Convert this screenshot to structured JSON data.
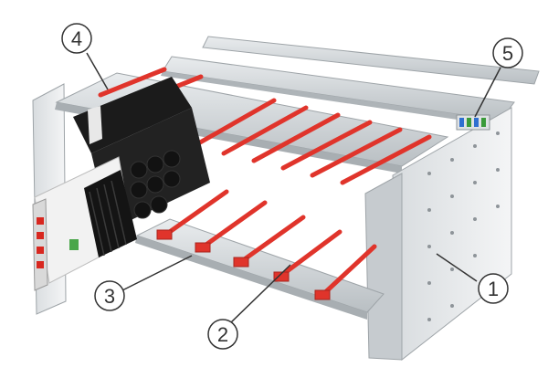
{
  "callouts": [
    {
      "id": "1",
      "label": "1"
    },
    {
      "id": "2",
      "label": "2"
    },
    {
      "id": "3",
      "label": "3"
    },
    {
      "id": "4",
      "label": "4"
    },
    {
      "id": "5",
      "label": "5"
    }
  ],
  "colors": {
    "frame": "#cfd3d6",
    "frame_dark": "#9ea4a8",
    "guide_rail": "#e0342b",
    "pcb": "#1b1b1b",
    "callout_stroke": "#333333"
  }
}
